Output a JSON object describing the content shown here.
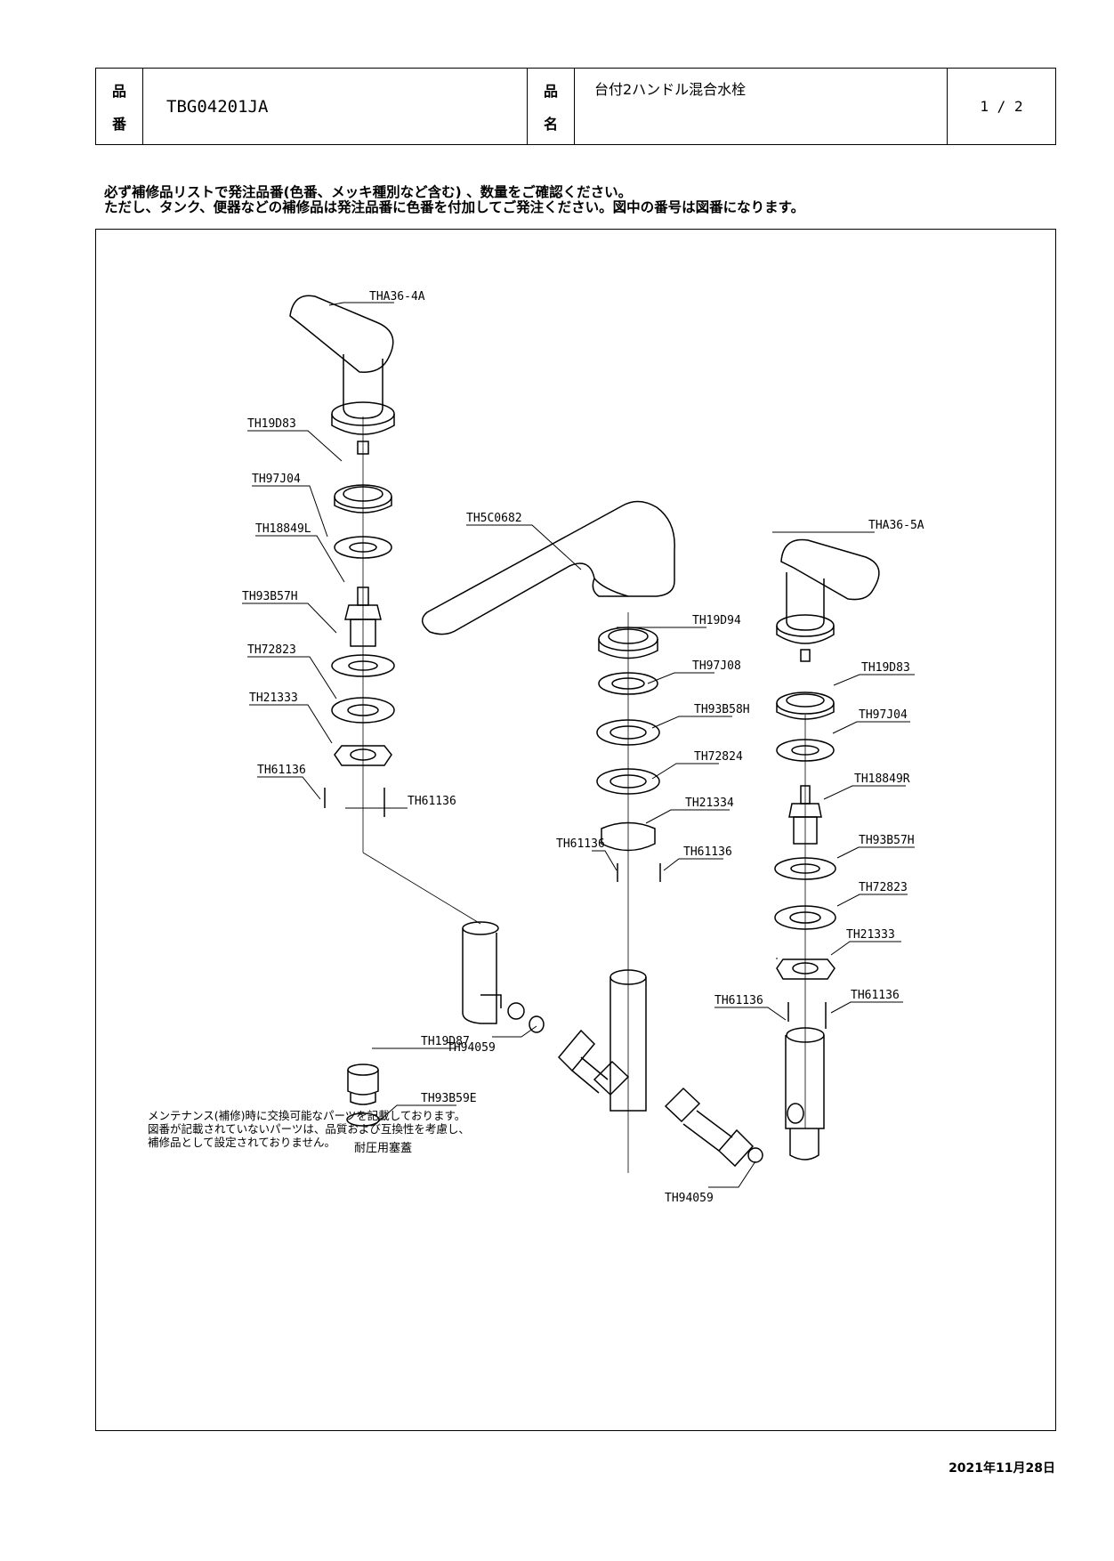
{
  "header": {
    "part_no_label_1": "品",
    "part_no_label_2": "番",
    "part_no": "TBG04201JA",
    "part_name_label_1": "品",
    "part_name_label_2": "名",
    "part_name": "台付2ハンドル混合水栓",
    "page": "1 / 2"
  },
  "notice": {
    "line1": "必ず補修品リストで発注品番(色番、メッキ種別など含む) 、数量をご確認ください。",
    "line2": "ただし、タンク、便器などの補修品は発注品番に色番を付加してご発注ください。図中の番号は図番になります。"
  },
  "labels": {
    "tha36_4a": "THA36-4A",
    "th19d83_l": "TH19D83",
    "th97j04_l": "TH97J04",
    "th18849l": "TH18849L",
    "th93b57h_l": "TH93B57H",
    "th72823_l": "TH72823",
    "th21333_l": "TH21333",
    "th61136_l1": "TH61136",
    "th61136_l2": "TH61136",
    "th5c0682": "TH5C0682",
    "th19d94": "TH19D94",
    "th97j08": "TH97J08",
    "th93b58h": "TH93B58H",
    "th72824": "TH72824",
    "th21334": "TH21334",
    "th61136_c1": "TH61136",
    "th61136_c2": "TH61136",
    "tha36_5a": "THA36-5A",
    "th19d83_r": "TH19D83",
    "th97j04_r": "TH97J04",
    "th18849r": "TH18849R",
    "th93b57h_r": "TH93B57H",
    "th72823_r": "TH72823",
    "th21333_r": "TH21333",
    "th61136_r1": "TH61136",
    "th61136_r2": "TH61136",
    "th94059_l": "TH94059",
    "th94059_r": "TH94059",
    "th19d87": "TH19D87",
    "th93b59e": "TH93B59E",
    "plug_caption": "耐圧用塞蓋"
  },
  "footnote": {
    "line1": "メンテナンス(補修)時に交換可能なパーツを記載しております。",
    "line2": "図番が記載されていないパーツは、品質および互換性を考慮し、",
    "line3": "補修品として設定されておりません。"
  },
  "date": "2021年11月28日"
}
